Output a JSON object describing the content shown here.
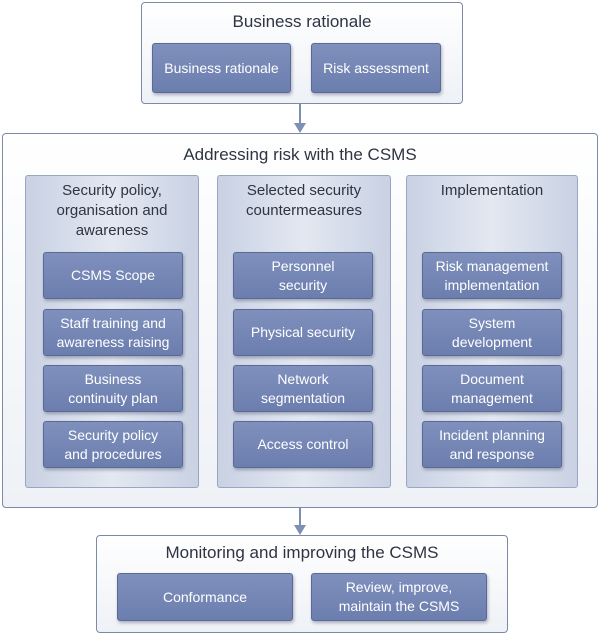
{
  "top": {
    "title": "Business rationale",
    "items": [
      "Business rationale",
      "Risk assessment"
    ]
  },
  "middle": {
    "title": "Addressing risk with the CSMS",
    "columns": [
      {
        "title": "Security policy,\norganisation and\nawareness",
        "items": [
          "CSMS Scope",
          "Staff training and\nawareness raising",
          "Business\ncontinuity plan",
          "Security policy\nand procedures"
        ]
      },
      {
        "title": "Selected security\ncountermeasures",
        "items": [
          "Personnel\nsecurity",
          "Physical security",
          "Network\nsegmentation",
          "Access control"
        ]
      },
      {
        "title": "Implementation",
        "items": [
          "Risk management\nimplementation",
          "System\ndevelopment",
          "Document\nmanagement",
          "Incident planning\nand response"
        ]
      }
    ]
  },
  "bottom": {
    "title": "Monitoring and improving the CSMS",
    "items": [
      "Conformance",
      "Review, improve,\nmaintain the CSMS"
    ]
  },
  "colors": {
    "box_fill": "#7386b4",
    "outer_border": "#7c8aa8",
    "arrow": "#7e8fb5"
  }
}
